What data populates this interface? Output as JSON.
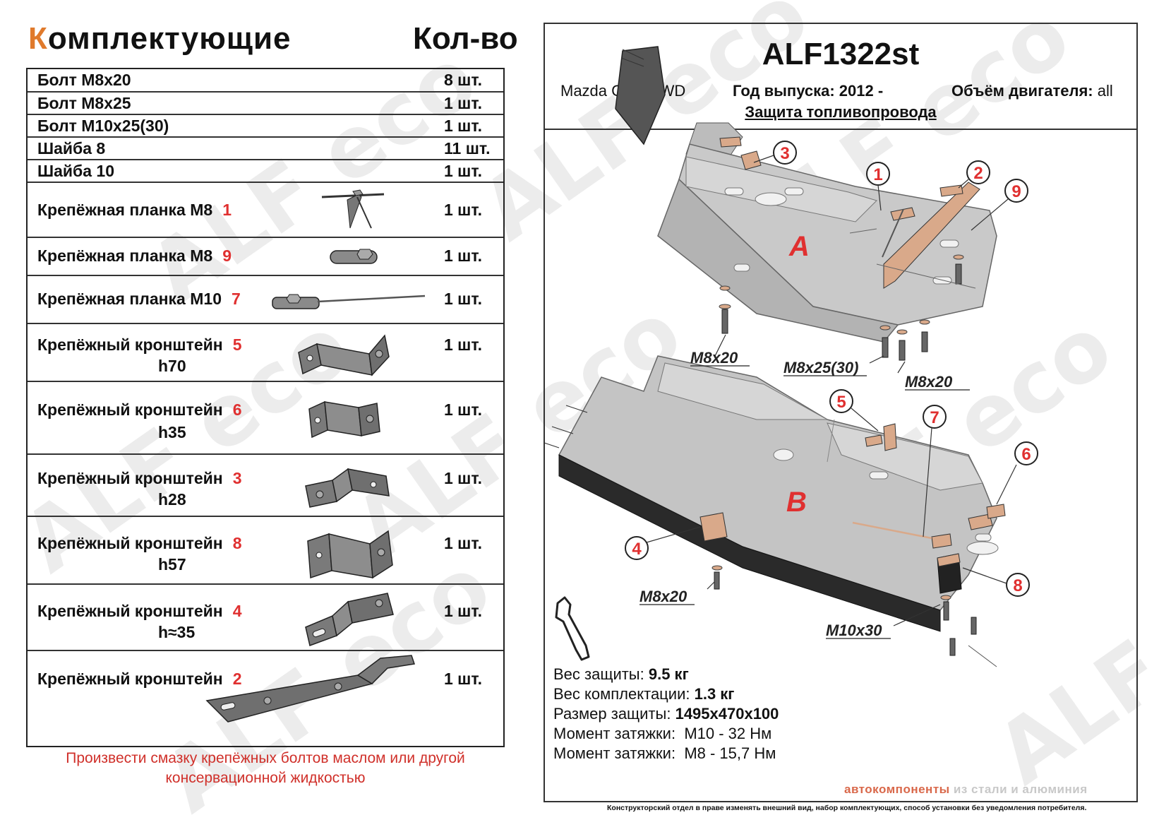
{
  "left": {
    "title_first_letter": "К",
    "title_rest": "омплектующие",
    "qty_title": "Кол-во"
  },
  "parts": [
    {
      "name": "Болт М8х20",
      "qty": "8 шт."
    },
    {
      "name": "Болт М8х25",
      "qty": "1 шт."
    },
    {
      "name": "Болт М10х25(30)",
      "qty": "1 шт."
    },
    {
      "name": "Шайба 8",
      "qty": "11 шт."
    },
    {
      "name": "Шайба 10",
      "qty": "1 шт."
    },
    {
      "name": "Крепёжная планка М8",
      "num": "1",
      "qty": "1 шт."
    },
    {
      "name": "Крепёжная планка М8",
      "num": "9",
      "qty": "1 шт."
    },
    {
      "name": "Крепёжная планка М10",
      "num": "7",
      "qty": "1 шт."
    },
    {
      "name": "Крепёжный кронштейн",
      "num": "5",
      "sub": "h70",
      "qty": "1 шт."
    },
    {
      "name": "Крепёжный кронштейн",
      "num": "6",
      "sub": "h35",
      "qty": "1 шт."
    },
    {
      "name": "Крепёжный кронштейн",
      "num": "3",
      "sub": "h28",
      "qty": "1 шт."
    },
    {
      "name": "Крепёжный кронштейн",
      "num": "8",
      "sub": "h57",
      "qty": "1 шт."
    },
    {
      "name": "Крепёжный кронштейн",
      "num": "4",
      "sub": "h≈35",
      "qty": "1 шт."
    },
    {
      "name": "Крепёжный кронштейн",
      "num": "2",
      "qty": "1 шт."
    }
  ],
  "note": {
    "line1": "Произвести смазку крепёжных болтов маслом или другой",
    "line2": "консервационной жидкостью"
  },
  "header": {
    "article": "ALF1322st",
    "model": "Mazda CX-5 2WD",
    "year": "Год выпуска: 2012 -",
    "engine_label": "Объём двигателя:",
    "engine_value": "all",
    "product": "Защита топливопровода"
  },
  "drawing": {
    "plate_a": "A",
    "plate_b": "B",
    "callouts": [
      "1",
      "2",
      "3",
      "4",
      "5",
      "6",
      "7",
      "8",
      "9"
    ],
    "bolt_labels": {
      "a_left": "M8x20",
      "a_mid": "M8x25(30)",
      "a_right": "M8x20",
      "b_left": "M8x20",
      "b_bottom": "M10x30"
    }
  },
  "specs": [
    {
      "label": "Вес защиты:",
      "value": "9.5 кг"
    },
    {
      "label": "Вес комплектации:",
      "value": "1.3 кг"
    },
    {
      "label": "Размер защиты:",
      "value": "1495х470х100"
    },
    {
      "label": "Момент затяжки:",
      "value": "М10 - 32 Нм"
    },
    {
      "label": "Момент затяжки:",
      "value": "М8 - 15,7 Нм"
    }
  ],
  "tagline": {
    "accent": "автокомпоненты",
    "rest": "из стали и алюминия"
  },
  "disclaimer": "Конструкторский отдел в праве изменять внешний вид, набор комплектующих, способ установки без уведомления потребителя.",
  "watermark": "ALF eco",
  "colors": {
    "accent_orange": "#e07a2c",
    "accent_red": "#e03030",
    "bracket_tan": "#d9a98a",
    "plate_grey": "#c9c9c9"
  }
}
